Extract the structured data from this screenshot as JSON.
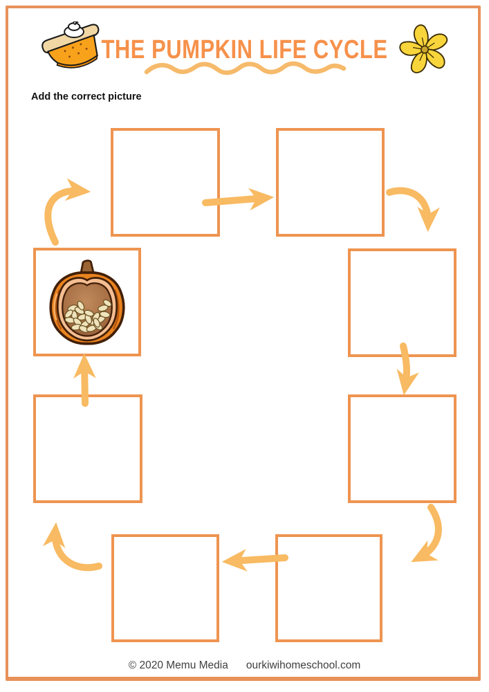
{
  "page": {
    "title": "THE PUMPKIN LIFE CYCLE",
    "instruction": "Add the correct picture",
    "footer": {
      "copyright": "© 2020 Memu Media",
      "website": "ourkiwihomeschool.com"
    }
  },
  "icons": {
    "header_left": "pumpkin-pie-icon",
    "header_right": "pumpkin-flower-icon",
    "title_underline": "wavy-line",
    "placed_picture": "cut-open-pumpkin-with-seeds-icon"
  },
  "colors": {
    "accent": "#f6914b",
    "box-border": "#ee9450",
    "arrow": "#f8ba62",
    "page-border": "#e8925a",
    "underline": "#f6ba6b",
    "footer-ink": "#3f3f3f",
    "ink": "#111111"
  },
  "cycle": {
    "boxes": [
      {
        "id": 1,
        "position": "top-left",
        "content": ""
      },
      {
        "id": 2,
        "position": "top-right",
        "content": ""
      },
      {
        "id": 3,
        "position": "right-upper",
        "content": ""
      },
      {
        "id": 4,
        "position": "right-lower",
        "content": ""
      },
      {
        "id": 5,
        "position": "bottom-right",
        "content": ""
      },
      {
        "id": 6,
        "position": "bottom-left",
        "content": ""
      },
      {
        "id": 7,
        "position": "left-lower",
        "content": ""
      },
      {
        "id": 8,
        "position": "left-upper",
        "content": "cut-open-pumpkin-with-seeds"
      }
    ],
    "arrows": [
      "box8-to-box1",
      "box1-to-box2",
      "box2-to-box3",
      "box3-to-box4",
      "box4-to-box5",
      "box5-to-box6",
      "box6-to-box7",
      "box7-to-box8"
    ]
  }
}
